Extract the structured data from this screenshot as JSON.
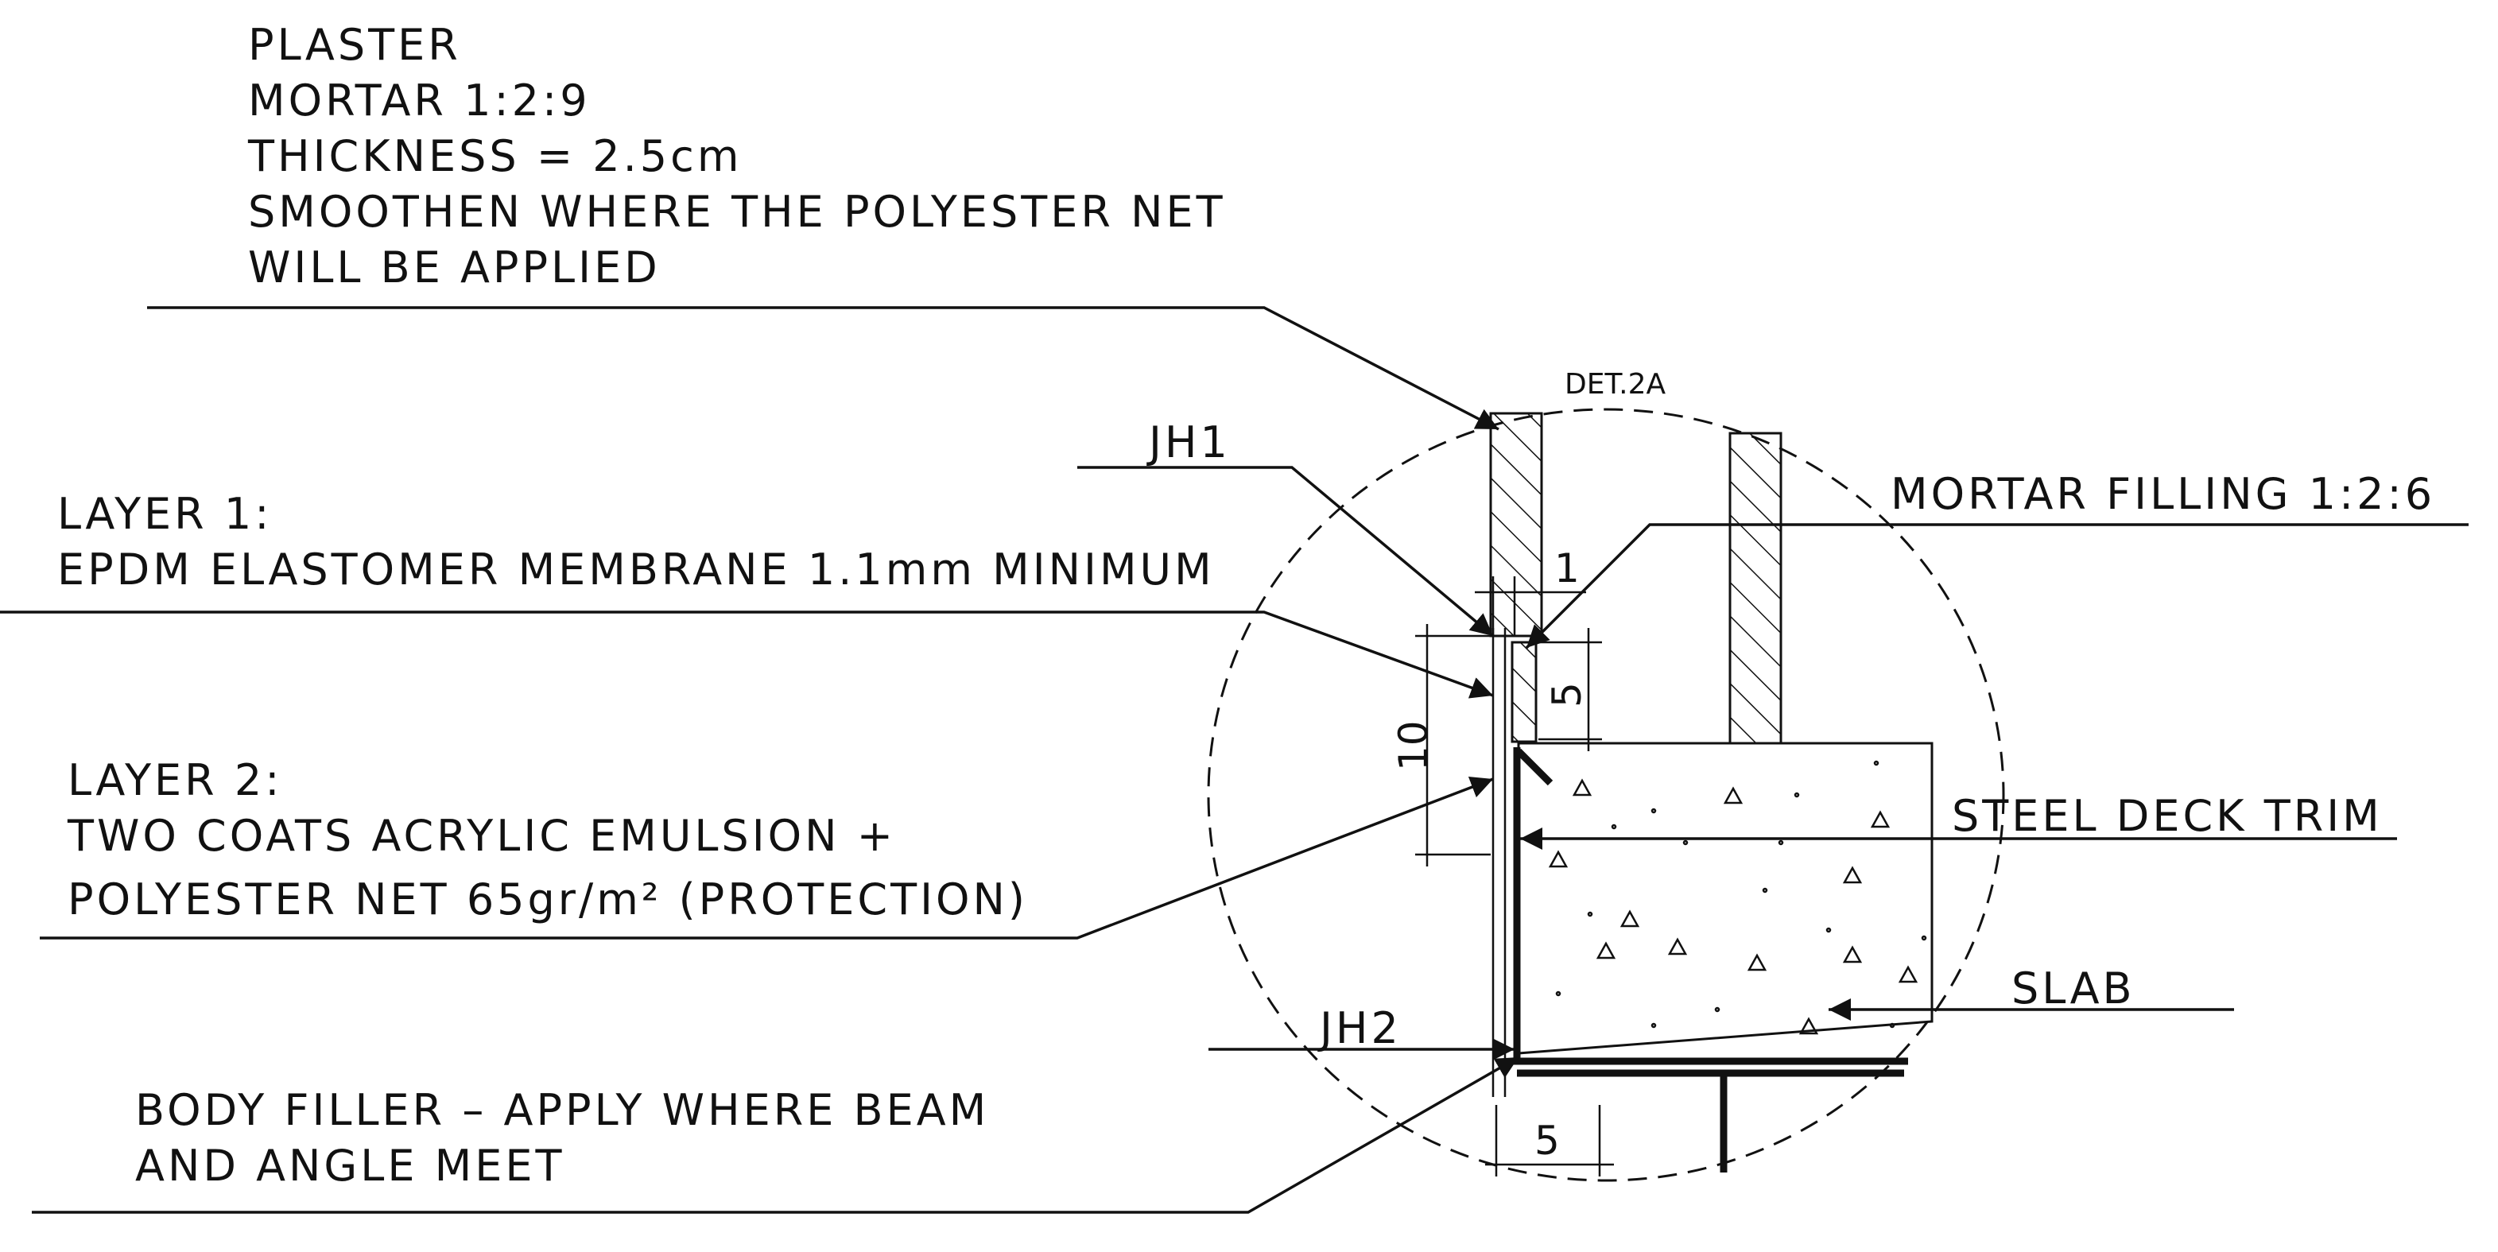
{
  "detail_tag": "DET.2A",
  "notes": {
    "plaster": [
      "PLASTER",
      "MORTAR 1:2:9",
      "THICKNESS = 2.5cm",
      "SMOOTHEN WHERE THE POLYESTER NET",
      "WILL BE APPLIED"
    ],
    "jh1": "JH1",
    "jh2": "JH2",
    "mortar_filling": "MORTAR FILLING 1:2:6",
    "layer1": [
      "LAYER 1:",
      "EPDM ELASTOMER MEMBRANE 1.1mm MINIMUM"
    ],
    "layer2": [
      "LAYER 2:",
      "TWO COATS ACRYLIC EMULSION +",
      "POLYESTER NET 65gr/m² (PROTECTION)"
    ],
    "steel_deck_trim": "STEEL DECK TRIM",
    "slab": "SLAB",
    "body_filler": [
      "BODY FILLER – APPLY WHERE BEAM",
      "AND ANGLE MEET"
    ]
  },
  "dimensions": {
    "dim_1": "1",
    "dim_5_vertical": "5",
    "dim_10": "10",
    "dim_5_bottom": "5"
  }
}
